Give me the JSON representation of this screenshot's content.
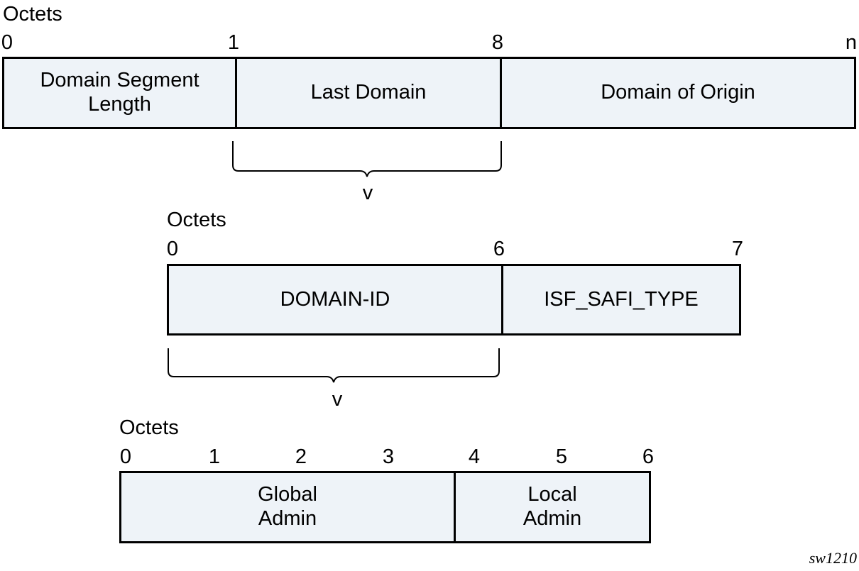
{
  "diagrams": [
    {
      "octets_label": "Octets",
      "ticks": [
        "0",
        "1",
        "8",
        "n"
      ],
      "fields": [
        {
          "label": "Domain Segment\nLength"
        },
        {
          "label": "Last Domain"
        },
        {
          "label": "Domain of Origin"
        }
      ],
      "brace_label": "v"
    },
    {
      "octets_label": "Octets",
      "ticks": [
        "0",
        "6",
        "7"
      ],
      "fields": [
        {
          "label": "DOMAIN-ID"
        },
        {
          "label": "ISF_SAFI_TYPE"
        }
      ],
      "brace_label": "v"
    },
    {
      "octets_label": "Octets",
      "ticks": [
        "0",
        "1",
        "2",
        "3",
        "4",
        "5",
        "6"
      ],
      "fields": [
        {
          "label": "Global\nAdmin"
        },
        {
          "label": "Local\nAdmin"
        }
      ]
    }
  ],
  "figure_ref": "sw1210"
}
